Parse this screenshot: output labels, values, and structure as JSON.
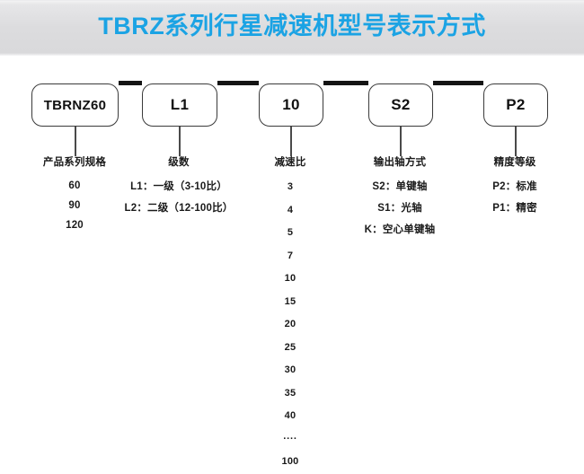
{
  "header": {
    "title": "TBRZ系列行星减速机型号表示方式",
    "title_color": "#1ba3e4",
    "band_color": "#dcdcde"
  },
  "diagram": {
    "nodes": [
      {
        "id": "series",
        "label": "TBRNZ60"
      },
      {
        "id": "stage",
        "label": "L1"
      },
      {
        "id": "ratio",
        "label": "10"
      },
      {
        "id": "shaft",
        "label": "S2"
      },
      {
        "id": "precision",
        "label": "P2"
      }
    ],
    "columns": [
      {
        "id": "series",
        "head": "产品系列规格",
        "items": [
          "60",
          "90",
          "120"
        ]
      },
      {
        "id": "stage",
        "head": "级数",
        "items": [
          "L1：一级（3-10比）",
          "L2：二级（12-100比）"
        ]
      },
      {
        "id": "ratio",
        "head": "减速比",
        "items": [
          "3",
          "4",
          "5",
          "7",
          "10",
          "15",
          "20",
          "25",
          "30",
          "35",
          "40",
          "····",
          "100"
        ]
      },
      {
        "id": "shaft",
        "head": "输出轴方式",
        "items": [
          "S2：单键轴",
          "S1：光轴",
          "K：空心单键轴"
        ]
      },
      {
        "id": "precision",
        "head": "精度等级",
        "items": [
          "P2：标准",
          "P1：精密"
        ]
      }
    ]
  }
}
